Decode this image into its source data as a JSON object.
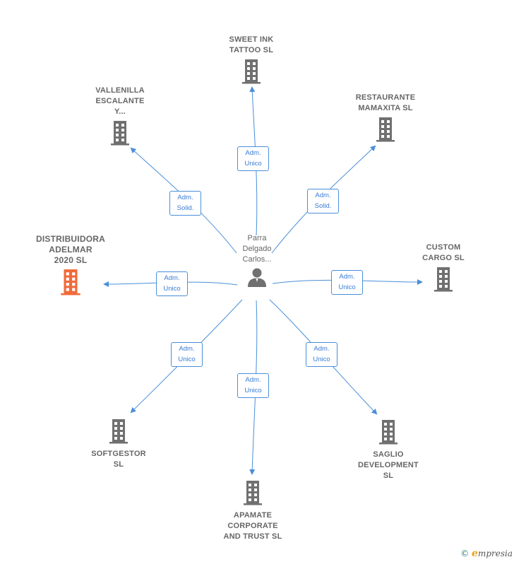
{
  "colors": {
    "edge": "#4a8fd9",
    "building": "#707070",
    "main_building": "#f06a3a",
    "text": "#666666"
  },
  "person": {
    "name": "Parra Delgado Carlos...",
    "lines": [
      "Parra",
      "Delgado",
      "Carlos..."
    ],
    "icon": "person-icon"
  },
  "companies": [
    {
      "id": "sweet-ink",
      "lines": [
        "SWEET INK",
        "TATTOO  SL"
      ],
      "relation": [
        "Adm.",
        "Unico"
      ]
    },
    {
      "id": "vallenilla",
      "lines": [
        "VALLENILLA",
        "ESCALANTE",
        "Y..."
      ],
      "relation": [
        "Adm.",
        "Solid."
      ]
    },
    {
      "id": "restaurante",
      "lines": [
        "RESTAURANTE",
        "MAMAXITA  SL"
      ],
      "relation": [
        "Adm.",
        "Solid."
      ]
    },
    {
      "id": "distribuidora",
      "lines": [
        "DISTRIBUIDORA",
        "ADELMAR",
        "2020  SL"
      ],
      "relation": [
        "Adm.",
        "Unico"
      ],
      "main": true
    },
    {
      "id": "custom-cargo",
      "lines": [
        "CUSTOM",
        "CARGO  SL"
      ],
      "relation": [
        "Adm.",
        "Unico"
      ]
    },
    {
      "id": "softgestor",
      "lines": [
        "SOFTGESTOR",
        "SL"
      ],
      "relation": [
        "Adm.",
        "Unico"
      ]
    },
    {
      "id": "apamate",
      "lines": [
        "APAMATE",
        "CORPORATE",
        "AND TRUST  SL"
      ],
      "relation": [
        "Adm.",
        "Unico"
      ]
    },
    {
      "id": "saglio",
      "lines": [
        "SAGLIO",
        "DEVELOPMENT",
        "SL"
      ],
      "relation": [
        "Adm.",
        "Unico"
      ]
    }
  ],
  "watermark": {
    "symbol": "©",
    "brand_initial": "e",
    "brand_rest": "mpresia"
  }
}
